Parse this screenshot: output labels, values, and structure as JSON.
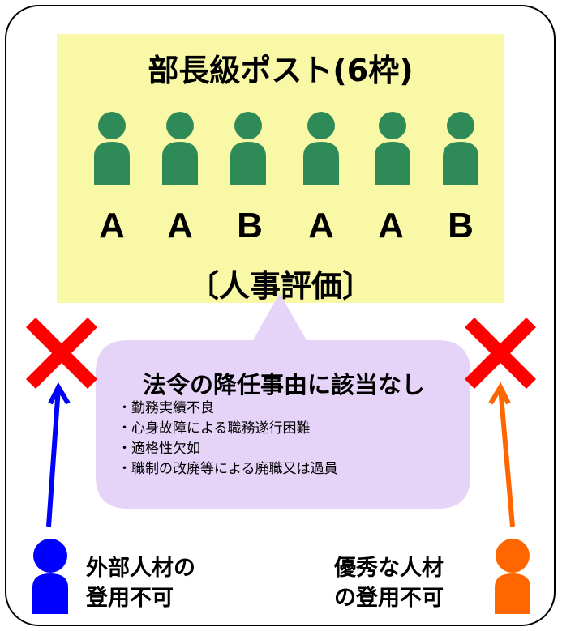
{
  "post": {
    "title": "部長級ポスト(6枠)",
    "grades": [
      "A",
      "A",
      "B",
      "A",
      "A",
      "B"
    ],
    "evaluation_label": "〔人事評価〕"
  },
  "bubble": {
    "title": "法令の降任事由に該当なし",
    "reasons": [
      "勤務実績不良",
      "心身故障による職務遂行困難",
      "適格性欠如",
      "職制の改廃等による廃職又は過員"
    ]
  },
  "left": {
    "line1": "外部人材の",
    "line2": "登用不可"
  },
  "right": {
    "line1": "優秀な人材",
    "line2": "の登用不可"
  },
  "colors": {
    "post_box": "#f8f8a6",
    "post_person": "#2e8b57",
    "bubble": "#e5d4f8",
    "cross": "#ff0000",
    "left_person": "#0000ff",
    "right_person": "#ff6600"
  },
  "icons": {
    "person": "person-icon",
    "cross": "cross-icon",
    "arrow": "arrow-up-icon"
  }
}
